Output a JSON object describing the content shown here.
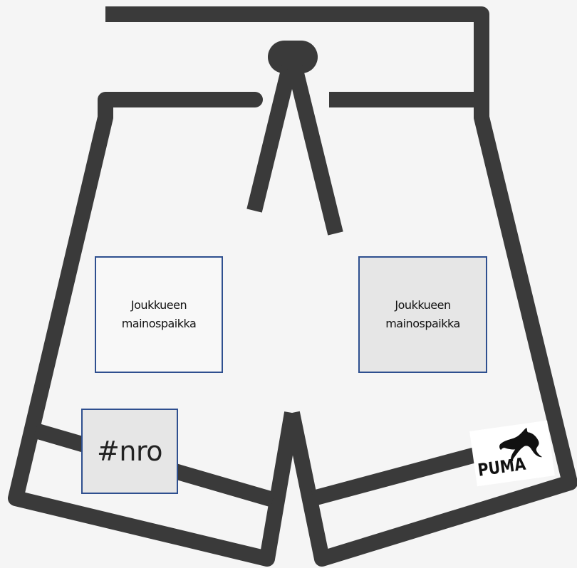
{
  "ad_spaces": [
    {
      "line1": "Joukkueen",
      "line2": "mainospaikka",
      "fill": "#f8f8f8"
    },
    {
      "line1": "Joukkueen",
      "line2": "mainospaikka",
      "fill": "#e6e6e6"
    }
  ],
  "number_patch": {
    "text": "#nro",
    "fill": "#e6e6e6"
  },
  "logo": {
    "text": "PUMA",
    "icon": "puma-cat-icon"
  },
  "colors": {
    "outline": "#3a3a3a",
    "box_border": "#2e4f8f",
    "background": "#f5f5f5"
  }
}
